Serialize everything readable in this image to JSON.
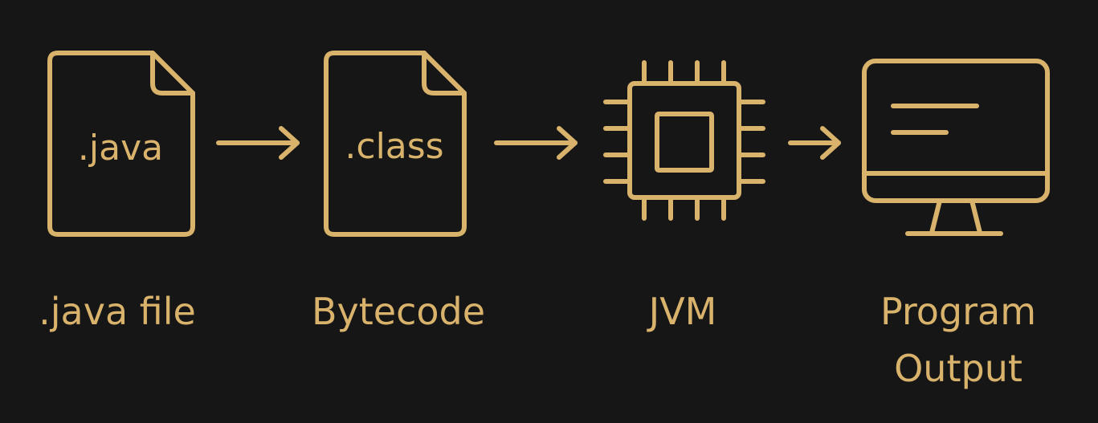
{
  "nodes": {
    "java_file": {
      "icon_text": ".java",
      "label": ".java file"
    },
    "bytecode": {
      "icon_text": ".class",
      "label": "Bytecode"
    },
    "jvm": {
      "label": "JVM"
    },
    "program_output": {
      "label_line1": "Program",
      "label_line2": "Output"
    }
  },
  "colors": {
    "background": "#161616",
    "accent": "#D9B36C"
  },
  "icons": {
    "java_file": "document-icon",
    "bytecode": "document-icon",
    "jvm": "cpu-chip-icon",
    "program_output": "monitor-icon",
    "connector": "arrow-right-icon"
  }
}
